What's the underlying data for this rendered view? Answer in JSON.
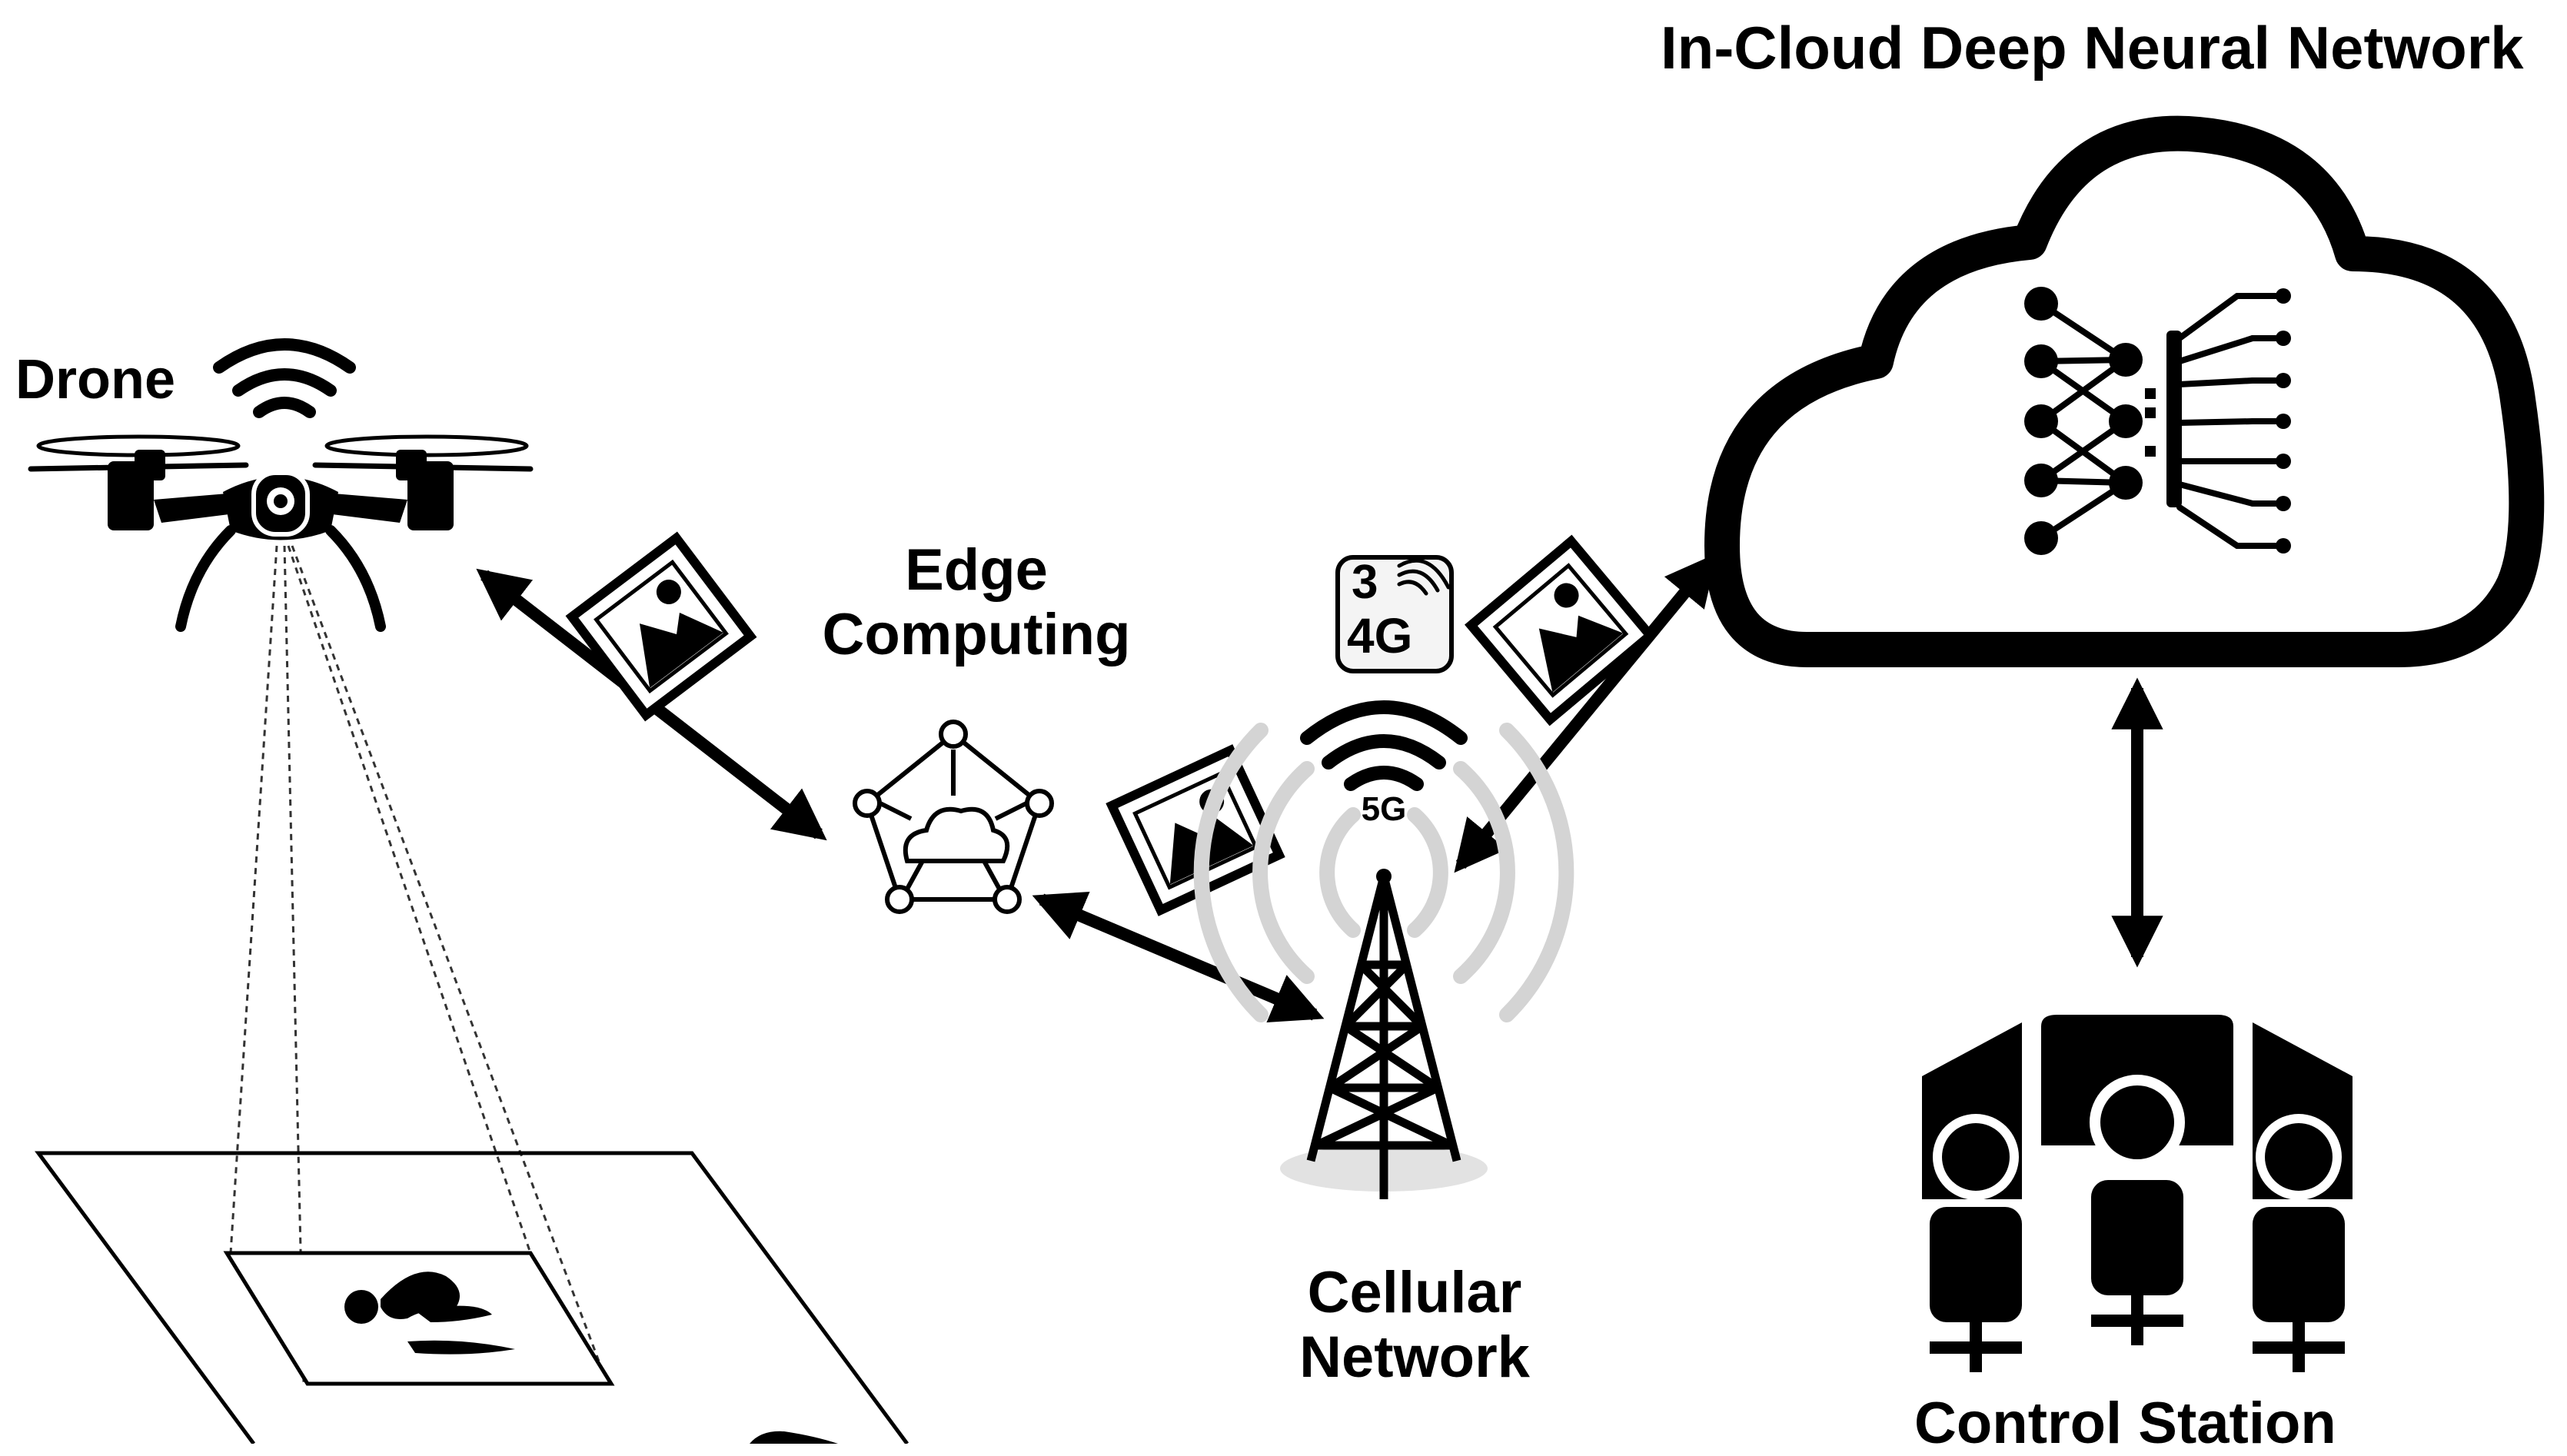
{
  "title": "In-Cloud Deep Neural Network",
  "nodes": {
    "drone": {
      "label": "Drone"
    },
    "edge": {
      "label_line1": "Edge",
      "label_line2": "Computing"
    },
    "cellular": {
      "label_line1": "Cellular",
      "label_line2": "Network",
      "badge_5g": "5G",
      "badge_3g": "3",
      "badge_4g": "4G"
    },
    "control": {
      "label": "Control Station"
    }
  },
  "colors": {
    "ink": "#000000",
    "signal_gray": "#d4d4d4",
    "paper": "#ffffff"
  }
}
